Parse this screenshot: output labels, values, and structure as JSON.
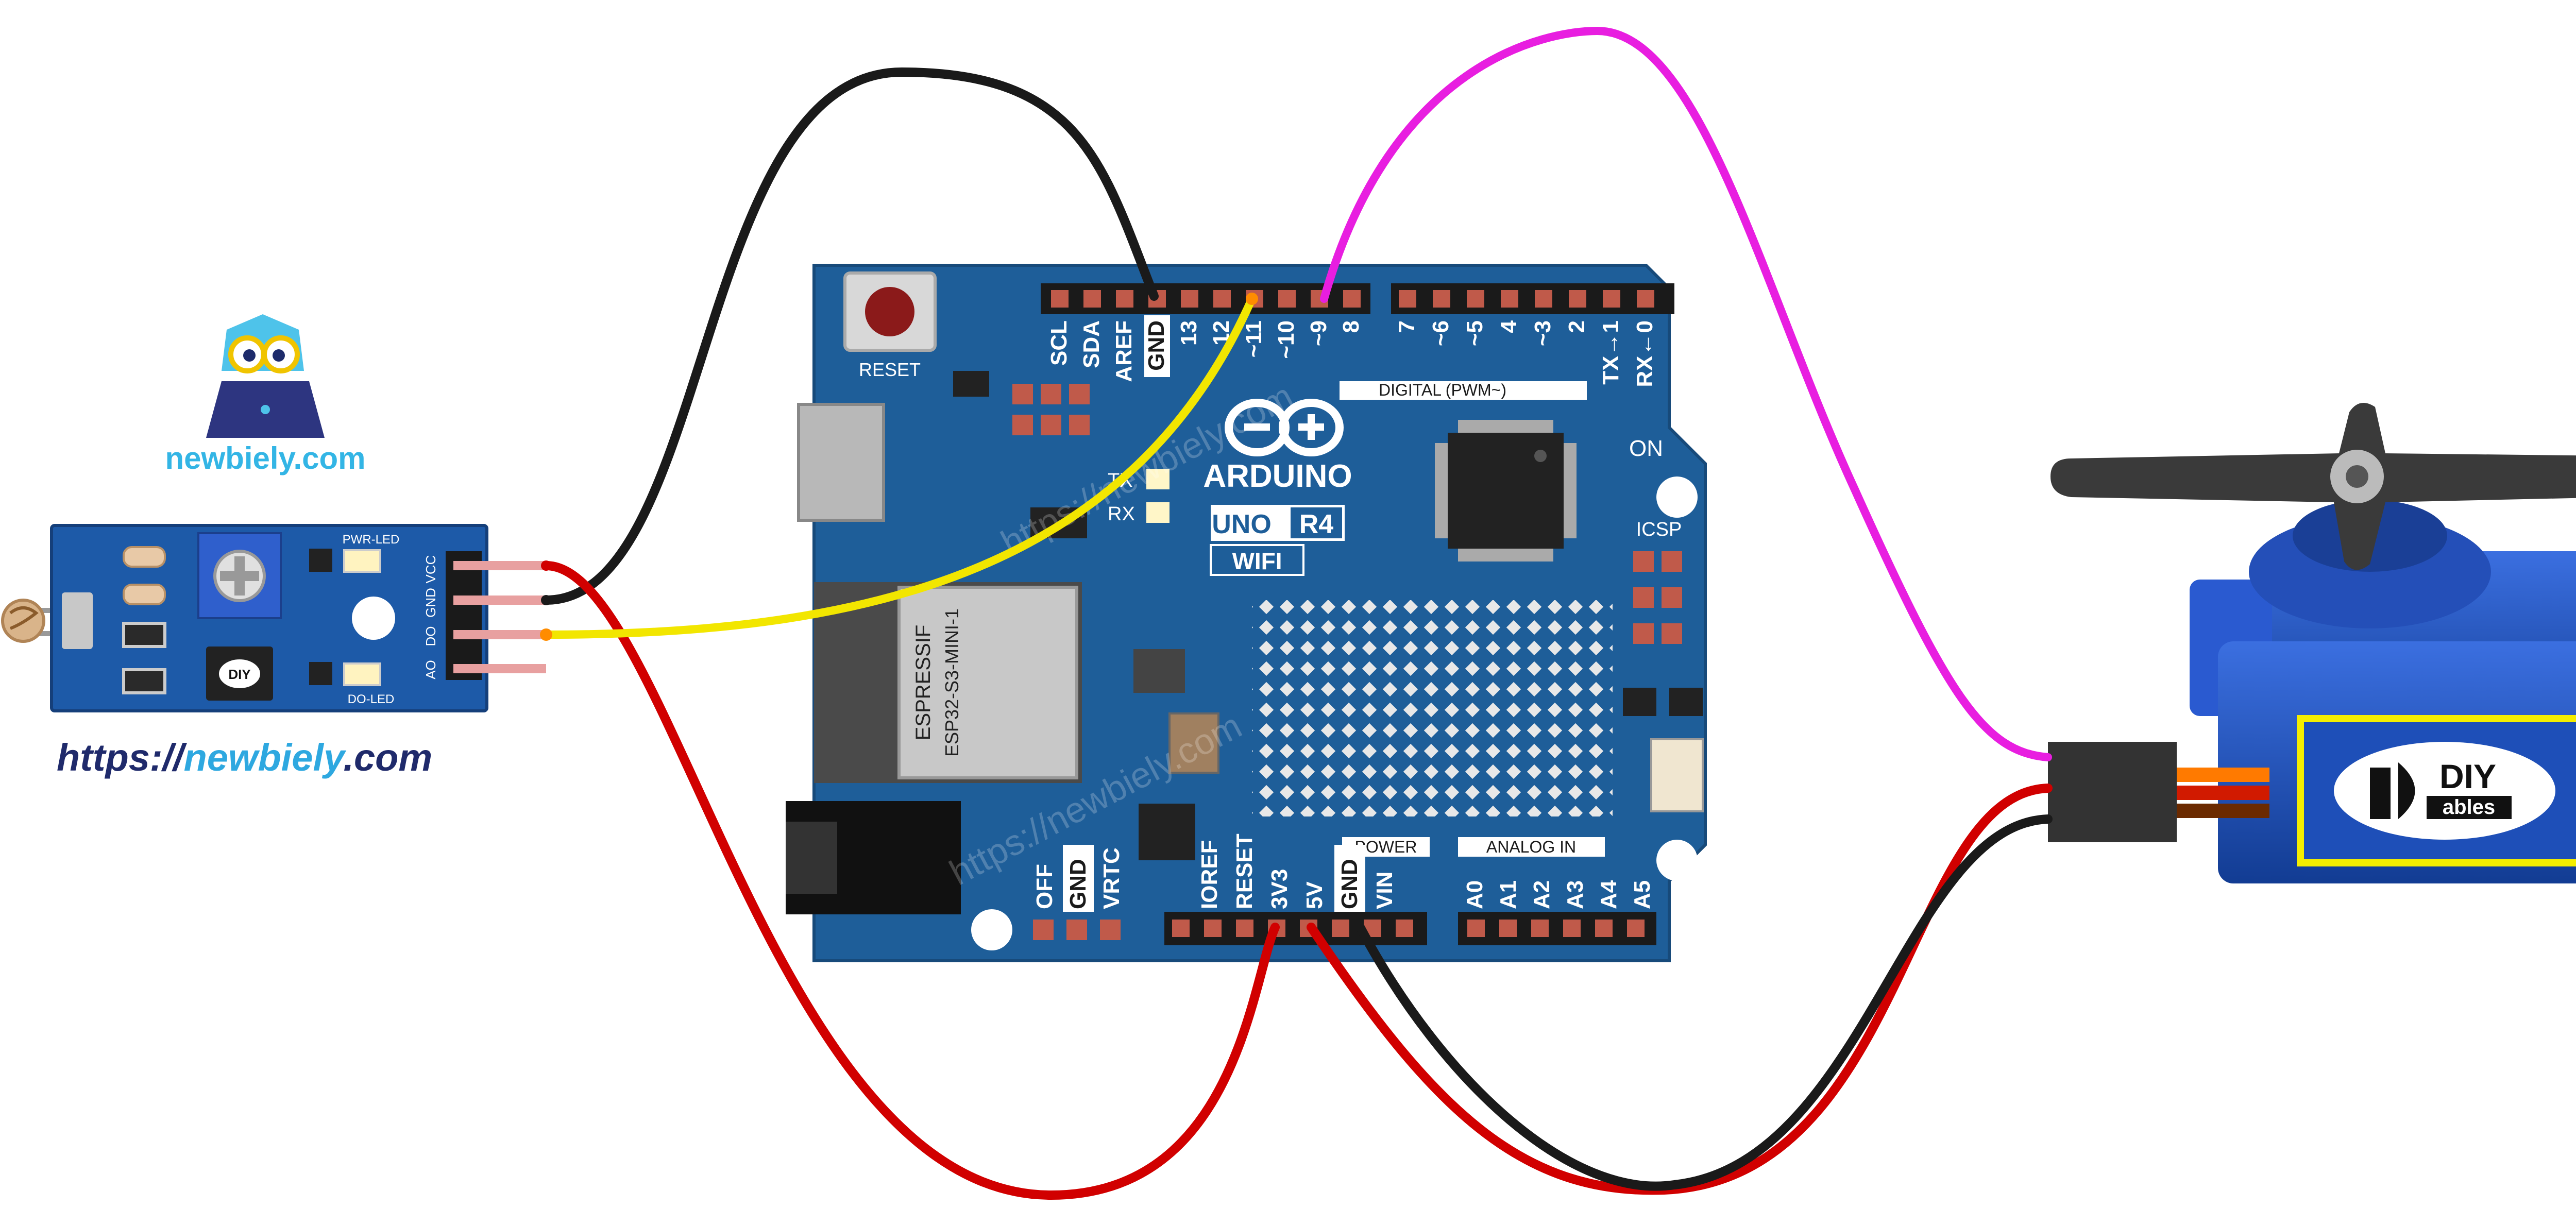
{
  "logo": {
    "brand_text": "newbiely.com",
    "url_part1": "https://",
    "url_part2": "newbiely",
    "url_part3": ".com",
    "watermark": "https://newbiely.com"
  },
  "sensor": {
    "pwr_led": "PWR-LED",
    "do_led": "DO-LED",
    "pins": [
      "VCC",
      "GND",
      "DO",
      "AO"
    ]
  },
  "board": {
    "reset_label": "RESET",
    "top_header": [
      "SCL",
      "SDA",
      "AREF",
      "GND",
      "13",
      "12",
      "~11",
      "~10",
      "~9",
      "8"
    ],
    "top_header_right": [
      "7",
      "~6",
      "~5",
      "4",
      "~3",
      "2",
      "TX→1",
      "RX←0"
    ],
    "digital_label": "DIGITAL (PWM~)",
    "brand": "ARDUINO",
    "model": "UNO",
    "revision": "R4",
    "wifi": "WIFI",
    "tx": "TX",
    "rx": "RX",
    "on": "ON",
    "icsp": "ICSP",
    "module_vendor": "ESPRESSIF",
    "module_name": "ESP32-S3-MINI-1",
    "power_label": "POWER",
    "analog_label": "ANALOG IN",
    "bottom_left_pins": [
      "OFF",
      "GND",
      "VRTC"
    ],
    "power_pins": [
      "IOREF",
      "RESET",
      "3V3",
      "5V",
      "GND",
      "VIN"
    ],
    "analog_pins": [
      "A0",
      "A1",
      "A2",
      "A3",
      "A4",
      "A5"
    ]
  },
  "servo": {
    "brand_top": "DIY",
    "brand_bottom": "ables"
  },
  "colors": {
    "board": "#1e5e99",
    "sensor": "#1d5aa8",
    "wire_black": "#1a1a1a",
    "wire_red": "#d10000",
    "wire_yellow": "#f2e600",
    "wire_magenta": "#e81ee0",
    "servo_body": "#1e4fb8",
    "servo_label_border": "#f4ee00"
  }
}
